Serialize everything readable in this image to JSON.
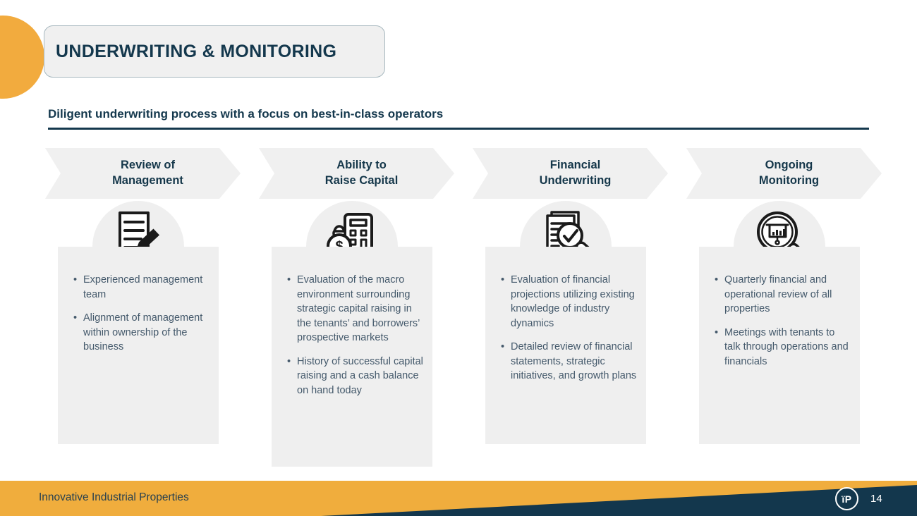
{
  "title": "UNDERWRITING & MONITORING",
  "subtitle": "Diligent underwriting process with a focus on best-in-class operators",
  "columns": [
    {
      "header_line1": "Review of",
      "header_line2": "Management",
      "icon": "document-pencil-icon",
      "bullets": [
        "Experienced management team",
        "Alignment of management within ownership of the business"
      ]
    },
    {
      "header_line1": "Ability to",
      "header_line2": "Raise Capital",
      "icon": "moneybag-calculator-icon",
      "bullets": [
        "Evaluation of the macro environment surrounding strategic capital raising in the tenants’ and borrowers’ prospective markets",
        "History of successful capital raising and a cash balance on hand today"
      ]
    },
    {
      "header_line1": "Financial",
      "header_line2": "Underwriting",
      "icon": "document-check-magnifier-icon",
      "bullets": [
        "Evaluation of financial projections utilizing existing knowledge of industry dynamics",
        "Detailed review of financial statements, strategic initiatives, and growth plans"
      ]
    },
    {
      "header_line1": "Ongoing",
      "header_line2": "Monitoring",
      "icon": "chart-magnifier-icon",
      "bullets": [
        "Quarterly financial and operational review of all properties",
        "Meetings with tenants to talk through operations and financials"
      ]
    }
  ],
  "footer": {
    "company": "Innovative Industrial Properties",
    "logo_text": "ïP",
    "page_number": "14"
  },
  "colors": {
    "accent_yellow": "#F0AD3D",
    "navy": "#14384D",
    "footer_navy": "#13374D",
    "panel_gray": "#EFEFEF",
    "body_text": "#44596B"
  }
}
